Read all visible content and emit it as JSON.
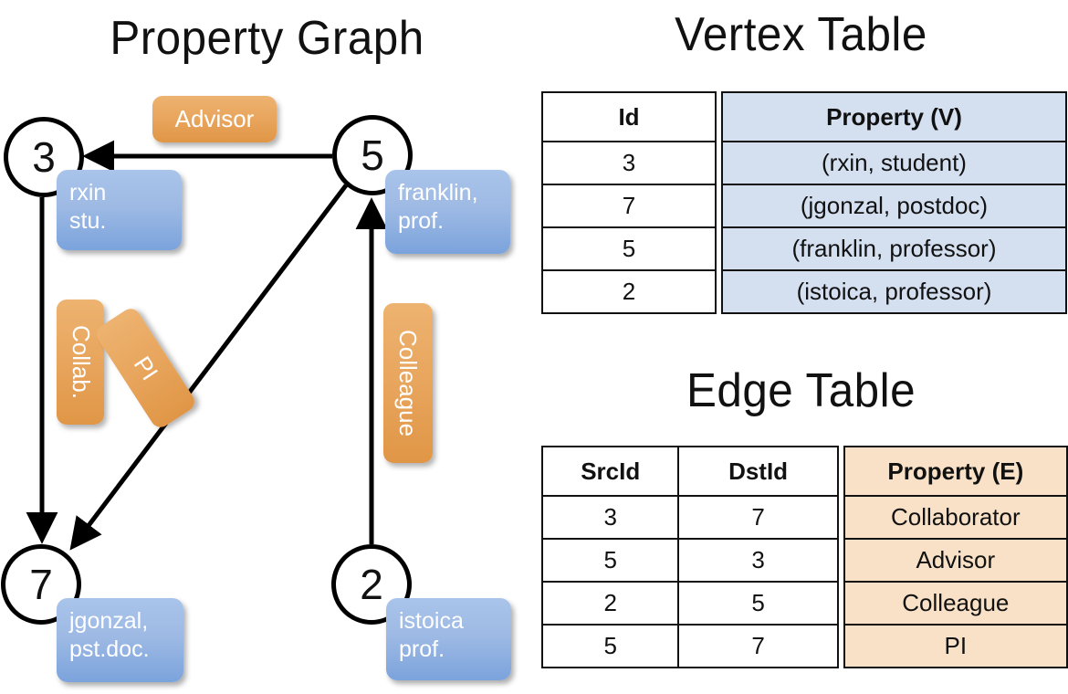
{
  "titles": {
    "property_graph": "Property Graph",
    "vertex_table": "Vertex Table",
    "edge_table": "Edge Table"
  },
  "graph": {
    "nodes": [
      {
        "id": "3",
        "property_lines": [
          "rxin",
          "stu."
        ]
      },
      {
        "id": "5",
        "property_lines": [
          "franklin,",
          "prof."
        ]
      },
      {
        "id": "7",
        "property_lines": [
          "jgonzal,",
          "pst.doc."
        ]
      },
      {
        "id": "2",
        "property_lines": [
          "istoica",
          "prof."
        ]
      }
    ],
    "node_labels": {
      "n3": "3",
      "n5": "5",
      "n7": "7",
      "n2": "2"
    },
    "vertex_boxes": {
      "rxin_l1": "rxin",
      "rxin_l2": "stu.",
      "franklin_l1": "franklin,",
      "franklin_l2": "prof.",
      "jgonzal_l1": "jgonzal,",
      "jgonzal_l2": "pst.doc.",
      "istoica_l1": "istoica",
      "istoica_l2": "prof."
    },
    "edge_labels": {
      "advisor": "Advisor",
      "collab": "Collab.",
      "pi": "PI",
      "colleague": "Colleague"
    },
    "edges": [
      {
        "from": "5",
        "to": "3",
        "label": "Advisor"
      },
      {
        "from": "3",
        "to": "7",
        "label": "Collab."
      },
      {
        "from": "5",
        "to": "7",
        "label": "PI"
      },
      {
        "from": "2",
        "to": "5",
        "label": "Colleague"
      }
    ]
  },
  "vertex_table": {
    "headers": {
      "id": "Id",
      "property": "Property (V)"
    },
    "rows": [
      {
        "id": "3",
        "property": "(rxin, student)"
      },
      {
        "id": "7",
        "property": "(jgonzal, postdoc)"
      },
      {
        "id": "5",
        "property": "(franklin, professor)"
      },
      {
        "id": "2",
        "property": "(istoica, professor)"
      }
    ]
  },
  "edge_table": {
    "headers": {
      "src": "SrcId",
      "dst": "DstId",
      "property": "Property (E)"
    },
    "rows": [
      {
        "src": "3",
        "dst": "7",
        "property": "Collaborator"
      },
      {
        "src": "5",
        "dst": "3",
        "property": "Advisor"
      },
      {
        "src": "2",
        "dst": "5",
        "property": "Colleague"
      },
      {
        "src": "5",
        "dst": "7",
        "property": "PI"
      }
    ]
  },
  "colors": {
    "vertex_box_fill": "#9ebae4",
    "edge_box_fill": "#e8a55d",
    "vertex_table_property_fill": "#d4dff0",
    "edge_table_property_fill": "#f8e1c6",
    "stroke": "#000000"
  }
}
